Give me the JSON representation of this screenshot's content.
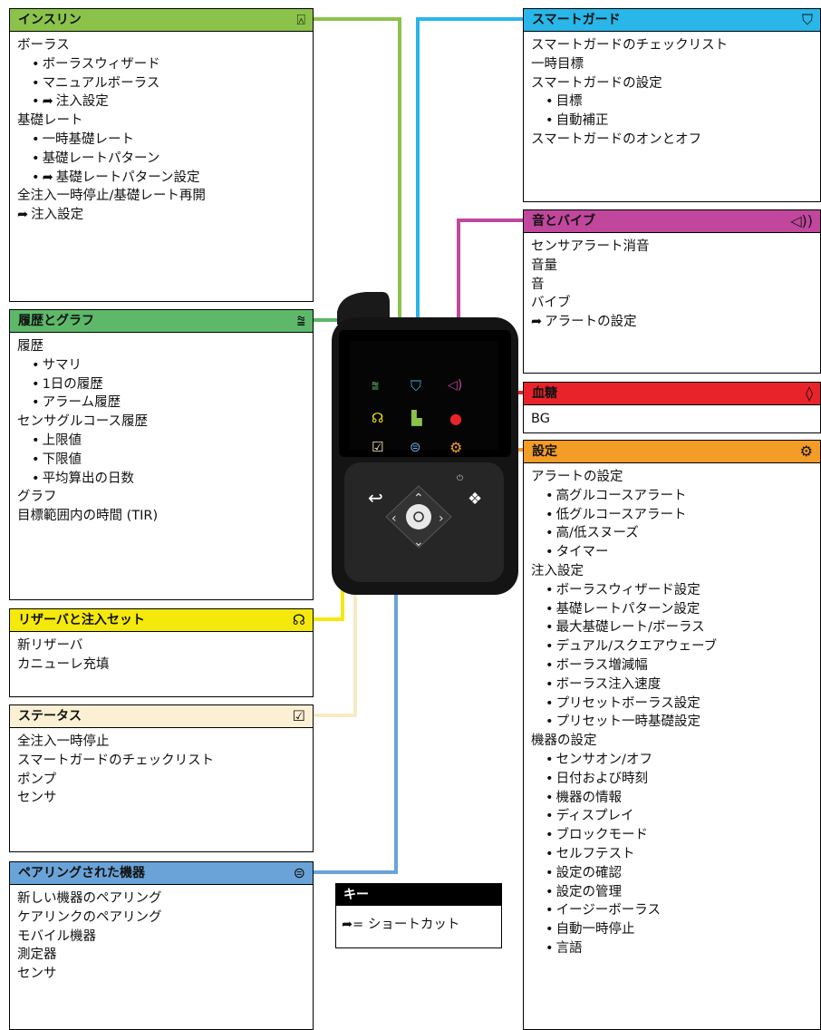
{
  "colors": {
    "insulin": "#8bc34a",
    "smartguard": "#29b6e8",
    "sound": "#c0479c",
    "history": "#5db86a",
    "bg": "#e8232a",
    "reservoir": "#f5e90c",
    "settings": "#f39c26",
    "status": "#fbf0d4",
    "paired": "#6aa3d8"
  },
  "panels": {
    "insulin": {
      "title": "インスリン",
      "icon": "insulin-vial-icon",
      "items": [
        {
          "text": "ボーラス",
          "level": 0
        },
        {
          "text": "ボーラスウィザード",
          "level": 1
        },
        {
          "text": "マニュアルボーラス",
          "level": 1
        },
        {
          "text": "注入設定",
          "level": 1,
          "shortcut": true
        },
        {
          "text": "基礎レート",
          "level": 0
        },
        {
          "text": "一時基礎レート",
          "level": 1
        },
        {
          "text": "基礎レートパターン",
          "level": 1
        },
        {
          "text": "基礎レートパターン設定",
          "level": 1,
          "shortcut": true
        },
        {
          "text": "全注入一時停止/基礎レート再開",
          "level": 0
        },
        {
          "text": "注入設定",
          "level": 0,
          "shortcut": true
        }
      ]
    },
    "history": {
      "title": "履歴とグラフ",
      "icon": "graph-icon",
      "items": [
        {
          "text": "履歴",
          "level": 0
        },
        {
          "text": "サマリ",
          "level": 1
        },
        {
          "text": "1日の履歴",
          "level": 1
        },
        {
          "text": "アラーム履歴",
          "level": 1
        },
        {
          "text": "センサグルコース履歴",
          "level": 0
        },
        {
          "text": "上限値",
          "level": 1
        },
        {
          "text": "下限値",
          "level": 1
        },
        {
          "text": "平均算出の日数",
          "level": 1
        },
        {
          "text": "グラフ",
          "level": 0
        },
        {
          "text": "目標範囲内の時間 (TIR)",
          "level": 0
        }
      ]
    },
    "reservoir": {
      "title": "リザーバと注入セット",
      "icon": "reservoir-icon",
      "items": [
        {
          "text": "新リザーバ",
          "level": 0
        },
        {
          "text": "カニューレ充填",
          "level": 0
        }
      ]
    },
    "status": {
      "title": "ステータス",
      "icon": "checkbox-icon",
      "items": [
        {
          "text": "全注入一時停止",
          "level": 0
        },
        {
          "text": "スマートガードのチェックリスト",
          "level": 0
        },
        {
          "text": "ポンプ",
          "level": 0
        },
        {
          "text": "センサ",
          "level": 0
        }
      ]
    },
    "paired": {
      "title": "ペアリングされた機器",
      "icon": "wireless-device-icon",
      "items": [
        {
          "text": "新しい機器のペアリング",
          "level": 0
        },
        {
          "text": "ケアリンクのペアリング",
          "level": 0
        },
        {
          "text": "モバイル機器",
          "level": 0
        },
        {
          "text": "測定器",
          "level": 0
        },
        {
          "text": "センサ",
          "level": 0
        }
      ]
    },
    "smartguard": {
      "title": "スマートガード",
      "icon": "shield-icon",
      "items": [
        {
          "text": "スマートガードのチェックリスト",
          "level": 0
        },
        {
          "text": "一時目標",
          "level": 0
        },
        {
          "text": "スマートガードの設定",
          "level": 0
        },
        {
          "text": "目標",
          "level": 1
        },
        {
          "text": "自動補正",
          "level": 1
        },
        {
          "text": "スマートガードのオンとオフ",
          "level": 0
        }
      ]
    },
    "sound": {
      "title": "音とバイブ",
      "icon": "speaker-icon",
      "items": [
        {
          "text": "センサアラート消音",
          "level": 0
        },
        {
          "text": "音量",
          "level": 0
        },
        {
          "text": "音",
          "level": 0
        },
        {
          "text": "バイブ",
          "level": 0
        },
        {
          "text": "アラートの設定",
          "level": 0,
          "shortcut": true
        }
      ]
    },
    "bg": {
      "title": "血糖",
      "icon": "blood-drop-icon",
      "items": [
        {
          "text": "BG",
          "level": 0
        }
      ]
    },
    "settings": {
      "title": "設定",
      "icon": "gear-icon",
      "items": [
        {
          "text": "アラートの設定",
          "level": 0
        },
        {
          "text": "高グルコースアラート",
          "level": 1
        },
        {
          "text": "低グルコースアラート",
          "level": 1
        },
        {
          "text": "高/低スヌーズ",
          "level": 1
        },
        {
          "text": "タイマー",
          "level": 1
        },
        {
          "text": "注入設定",
          "level": 0
        },
        {
          "text": "ボーラスウィザード設定",
          "level": 1
        },
        {
          "text": "基礎レートパターン設定",
          "level": 1
        },
        {
          "text": "最大基礎レート/ボーラス",
          "level": 1
        },
        {
          "text": "デュアル/スクエアウェーブ",
          "level": 1
        },
        {
          "text": "ボーラス増減幅",
          "level": 1
        },
        {
          "text": "ボーラス注入速度",
          "level": 1
        },
        {
          "text": "プリセットボーラス設定",
          "level": 1
        },
        {
          "text": "プリセット一時基礎設定",
          "level": 1
        },
        {
          "text": "機器の設定",
          "level": 0
        },
        {
          "text": "センサオン/オフ",
          "level": 1
        },
        {
          "text": "日付および時刻",
          "level": 1
        },
        {
          "text": "機器の情報",
          "level": 1
        },
        {
          "text": "ディスプレイ",
          "level": 1
        },
        {
          "text": "ブロックモード",
          "level": 1
        },
        {
          "text": "セルフテスト",
          "level": 1
        },
        {
          "text": "設定の確認",
          "level": 1
        },
        {
          "text": "設定の管理",
          "level": 1
        },
        {
          "text": "イージーボーラス",
          "level": 1
        },
        {
          "text": "自動一時停止",
          "level": 1
        },
        {
          "text": "言語",
          "level": 1
        }
      ]
    }
  },
  "key": {
    "title": "キー",
    "text": "= ショートカット",
    "icon": "shortcut-arrow-icon"
  },
  "device": {
    "name": "insulin-pump",
    "screen_icons": [
      "graph-icon",
      "shield-icon",
      "speaker-icon",
      "reservoir-icon",
      "insulin-vial-icon",
      "blood-drop-icon",
      "checkbox-icon",
      "wireless-device-icon",
      "gear-icon"
    ]
  }
}
